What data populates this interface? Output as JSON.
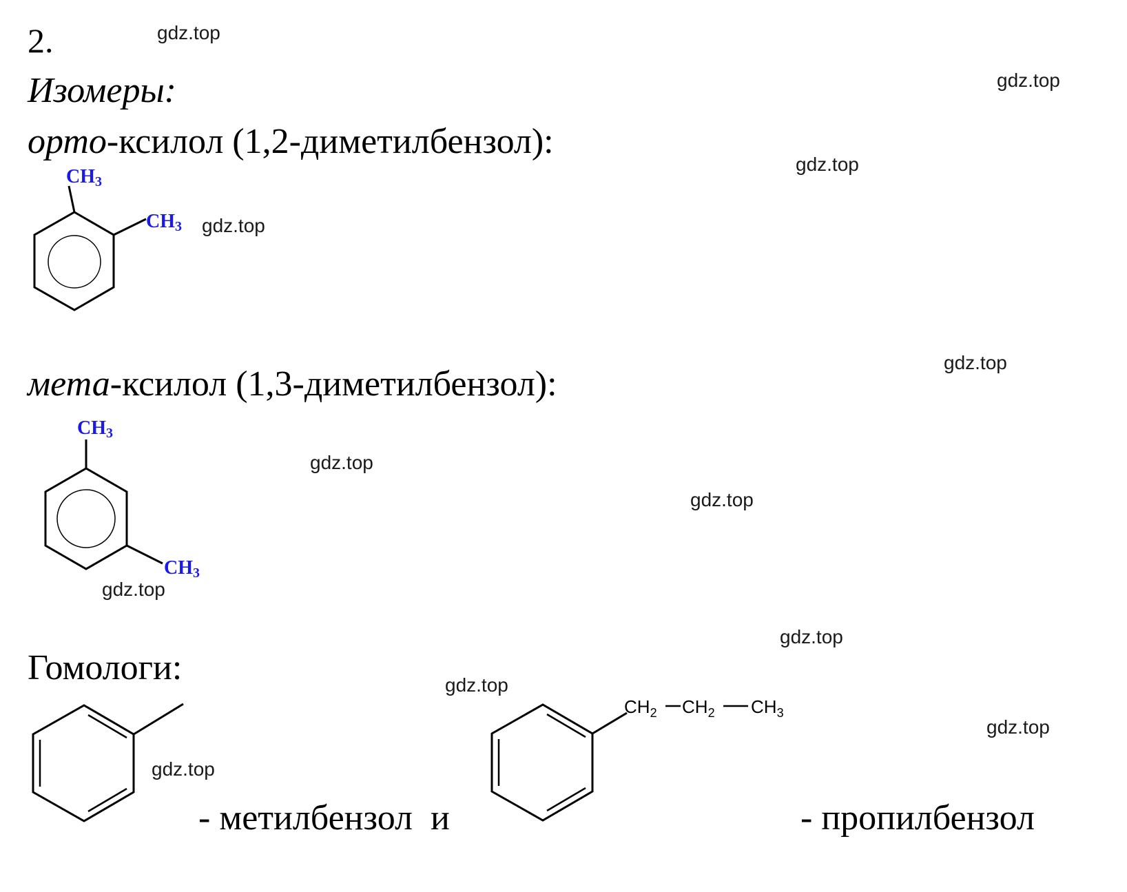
{
  "task_number": "2.",
  "isomers_heading": "Изомеры:",
  "ortho": {
    "prefix": "орто",
    "rest": "-ксилол (1,2-диметилбензол):",
    "group1": {
      "main": "CH",
      "sub": "3"
    },
    "group2": {
      "main": "CH",
      "sub": "3"
    }
  },
  "meta": {
    "prefix": "мета",
    "rest": "-ксилол (1,3-диметилбензол):",
    "group1": {
      "main": "CH",
      "sub": "3"
    },
    "group2": {
      "main": "CH",
      "sub": "3"
    }
  },
  "homologs_heading": "Гомологи:",
  "methylbenzene_caption": "- метилбензол  и",
  "propylbenzene_caption": "- пропилбензол",
  "propyl_chain": {
    "c1": {
      "main": "CH",
      "sub": "2"
    },
    "c2": {
      "main": "CH",
      "sub": "2"
    },
    "c3": {
      "main": "CH",
      "sub": "3"
    }
  },
  "watermarks": [
    "gdz.top",
    "gdz.top",
    "gdz.top",
    "gdz.top",
    "gdz.top",
    "gdz.top",
    "gdz.top",
    "gdz.top",
    "gdz.top",
    "gdz.top",
    "gdz.top",
    "gdz.top"
  ],
  "colors": {
    "text": "#000000",
    "substituent": "#1a1ae6"
  }
}
